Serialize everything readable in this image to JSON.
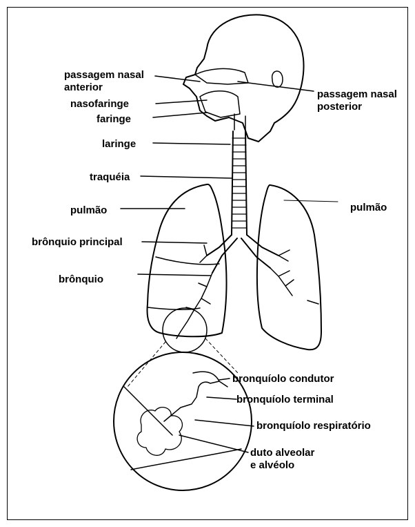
{
  "labels": {
    "anterior_nasal_passage": "passagem nasal\nanterior",
    "posterior_nasal_passage": "passagem nasal\nposterior",
    "nasopharynx": "nasofaringe",
    "pharynx": "faringe",
    "larynx": "laringe",
    "trachea": "traquéia",
    "lung_left": "pulmão",
    "lung_right": "pulmão",
    "main_bronchus": "brônquio principal",
    "bronchus": "brônquio",
    "conducting_bronchiole": "bronquíolo condutor",
    "terminal_bronchiole": "bronquíolo terminal",
    "respiratory_bronchiole": "bronquíolo respiratório",
    "alveolar_duct": "duto alveolar\ne alvéolo"
  }
}
